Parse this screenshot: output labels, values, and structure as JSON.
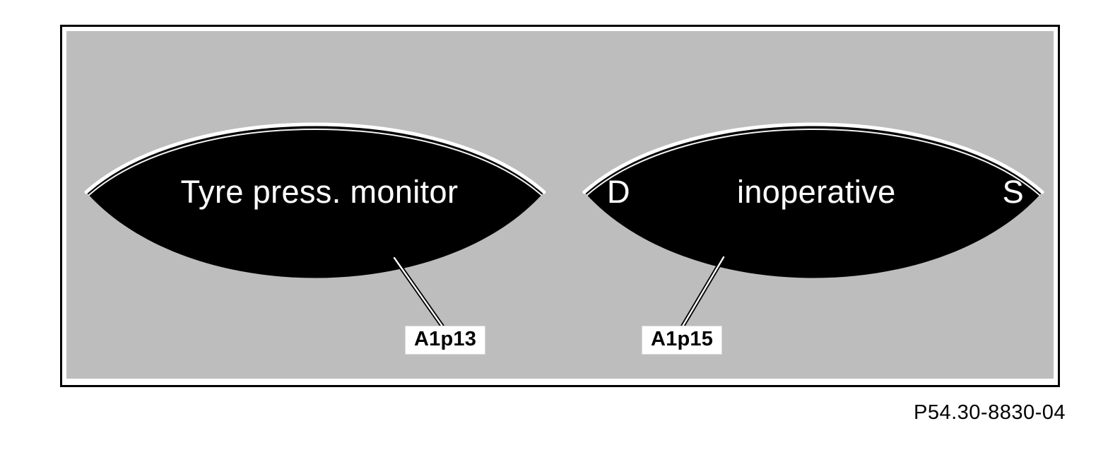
{
  "figure": {
    "caption": "P54.30-8830-04",
    "background_color": "#bdbdbd",
    "frame_border_color": "#000000",
    "page_background": "#ffffff"
  },
  "displays": [
    {
      "id": "tyre-pressure-display",
      "text": "Tyre press. monitor",
      "background_color": "#000000",
      "text_color": "#ffffff"
    },
    {
      "id": "inoperative-display",
      "left_indicator": "D",
      "text": "inoperative",
      "right_indicator": "S",
      "background_color": "#000000",
      "text_color": "#ffffff"
    }
  ],
  "callouts": [
    {
      "id": "callout-left",
      "label": "A1p13"
    },
    {
      "id": "callout-right",
      "label": "A1p15"
    }
  ]
}
